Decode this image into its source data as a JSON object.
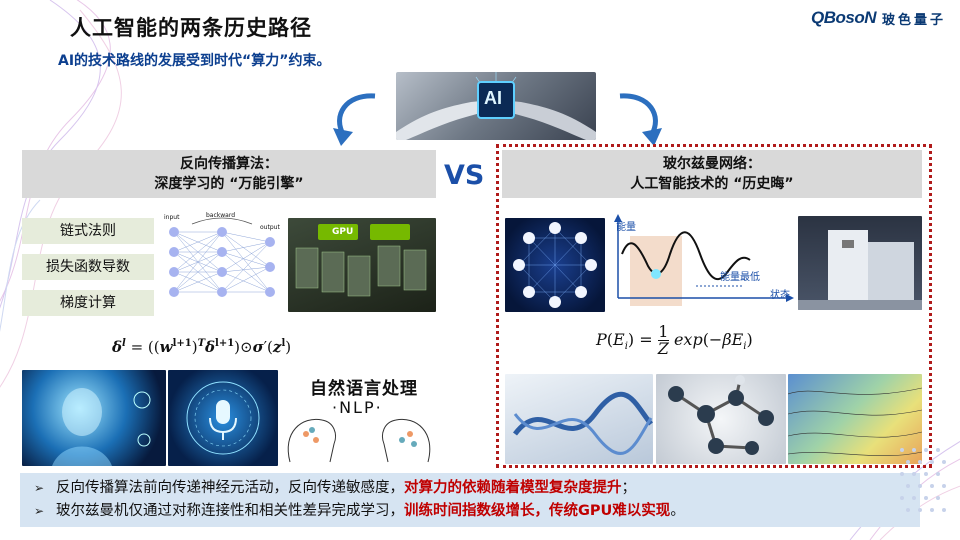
{
  "title": "人工智能的两条历史路径",
  "subtitle": "AI的技术路线的发展受到时代“算力”约束。",
  "logo": {
    "mark": "QBosoN",
    "cn": "玻色量子"
  },
  "hero": {
    "chip_label": "AI"
  },
  "vs": "VS",
  "left": {
    "heading_line1": "反向传播算法：",
    "heading_line2": "深度学习的 “万能引擎”",
    "tags": [
      "链式法则",
      "损失函数导数",
      "梯度计算"
    ],
    "nn": {
      "input": "input",
      "backward": "backward",
      "output": "output"
    },
    "gpu_label": "GPU",
    "nlp_title": "自然语言处理",
    "nlp_sub": "·NLP·"
  },
  "right": {
    "heading_line1": "玻尔兹曼网络：",
    "heading_line2": "人工智能技术的 “历史晦”",
    "energy_label": "能量",
    "min_label": "能量最低",
    "state_label": "状态"
  },
  "bullets": [
    {
      "text": "反向传播算法前向传递神经元活动，反向传递敏感度，",
      "highlight": "对算力的依赖随着模型复杂度提升",
      "tail": "；"
    },
    {
      "text": "玻尔兹曼机仅通过对称连接性和相关性差异完成学习，",
      "highlight": "训练时间指数级增长，传统GPU难以实现",
      "tail": "。"
    }
  ],
  "colors": {
    "accent_blue": "#1b4fa8",
    "accent_red": "#c00000",
    "panel_gray": "#d9d9d9",
    "bullet_bg": "#d6e4f2"
  }
}
